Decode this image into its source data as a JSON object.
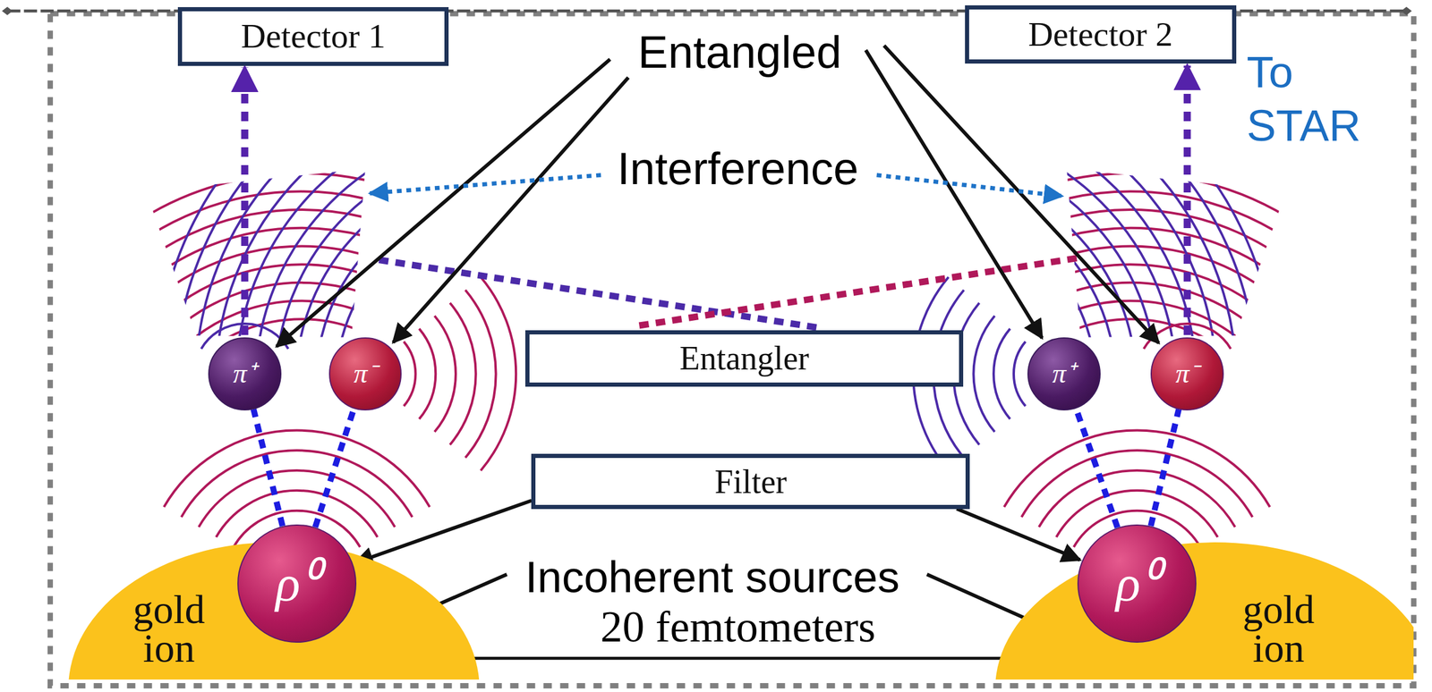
{
  "diagram": {
    "nodes": [
      {
        "text": [
          "Detector 1"
        ]
      },
      {
        "text": [
          "Detector 2"
        ]
      },
      {
        "text": [
          "π⁺"
        ]
      },
      {
        "text": [
          "π⁻"
        ]
      },
      {
        "text": [
          "Entangler"
        ]
      },
      {
        "text": [
          "π⁺"
        ]
      },
      {
        "text": [
          "π⁻"
        ]
      },
      {
        "text": [
          "Filter"
        ]
      },
      {
        "text": [
          "ρ⁰"
        ]
      },
      {
        "text": [
          "ρ⁰"
        ]
      },
      {
        "text": [
          "gold ion"
        ]
      },
      {
        "text": [
          "gold ion"
        ]
      }
    ],
    "edges": [
      {
        "from": 8,
        "to": 2,
        "arrow": "none"
      },
      {
        "from": 8,
        "to": 3,
        "arrow": "none"
      },
      {
        "from": 9,
        "to": 5,
        "arrow": "none"
      },
      {
        "from": 9,
        "to": 6,
        "arrow": "none"
      },
      {
        "from": 2,
        "to": 0,
        "arrow": "to"
      },
      {
        "from": 6,
        "to": 1,
        "arrow": "to"
      },
      {
        "from": 7,
        "to": 8,
        "arrow": "to"
      },
      {
        "from": 7,
        "to": 9,
        "arrow": "to"
      }
    ],
    "labels": [
      "To STAR",
      "Entangled",
      "Interference",
      "Incoherent sources",
      "20 femtometers"
    ]
  }
}
